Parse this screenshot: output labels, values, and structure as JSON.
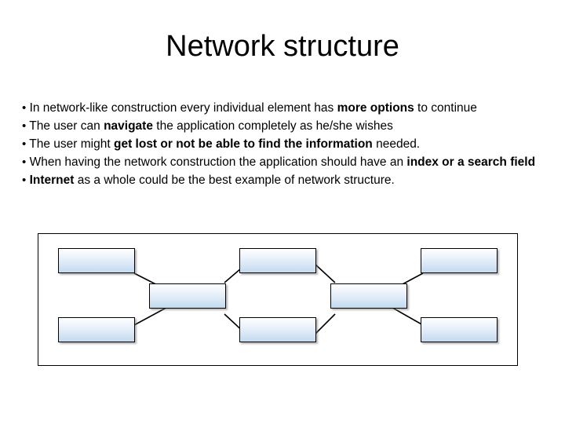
{
  "slide": {
    "title": "Network structure",
    "bullet_marker": "•",
    "bullets": [
      [
        {
          "t": "In network-like construction every individual element has ",
          "b": false
        },
        {
          "t": "more options",
          "b": true
        },
        {
          "t": " to continue",
          "b": false
        }
      ],
      [
        {
          "t": "The user can ",
          "b": false
        },
        {
          "t": "navigate",
          "b": true
        },
        {
          "t": " the application completely as he/she wishes",
          "b": false
        }
      ],
      [
        {
          "t": "The user might ",
          "b": false
        },
        {
          "t": "get lost or not be able to find the information",
          "b": true
        },
        {
          "t": " needed.",
          "b": false
        }
      ],
      [
        {
          "t": "When having the network construction the application should have an ",
          "b": false
        },
        {
          "t": "index or a search field",
          "b": true
        }
      ],
      [
        {
          "t": "Internet",
          "b": true
        },
        {
          "t": " as a whole could be the best example of network structure.",
          "b": false
        }
      ]
    ],
    "diagram": {
      "caption": "",
      "nodes": [
        {
          "id": "n1",
          "label": ""
        },
        {
          "id": "n2",
          "label": ""
        },
        {
          "id": "n3",
          "label": ""
        },
        {
          "id": "n4",
          "label": ""
        },
        {
          "id": "n5",
          "label": ""
        },
        {
          "id": "n6",
          "label": ""
        },
        {
          "id": "n7",
          "label": ""
        },
        {
          "id": "n8",
          "label": ""
        }
      ]
    },
    "colors": {
      "node_fill_top": "#ffffff",
      "node_fill_bottom": "#c3daf0",
      "node_border": "#000000",
      "frame_border": "#000000",
      "text": "#000000"
    }
  }
}
